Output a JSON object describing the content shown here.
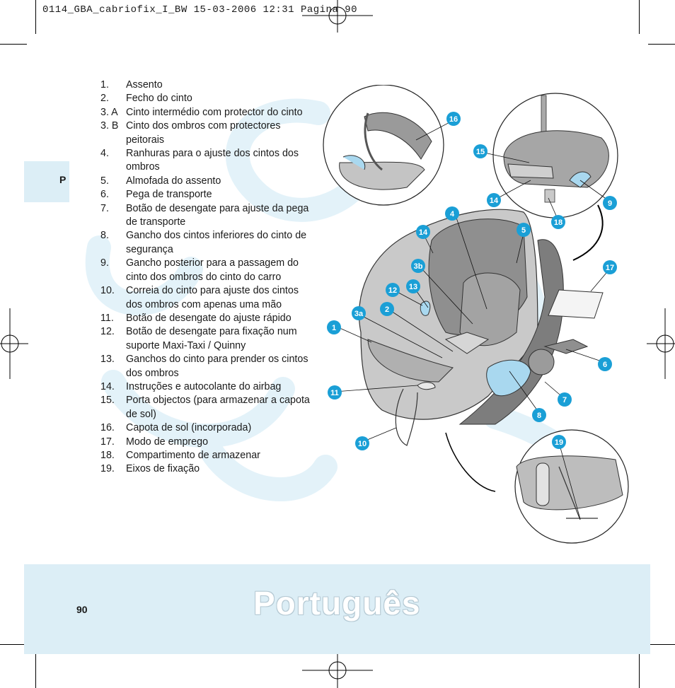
{
  "header": {
    "slug": "0114_GBA_cabriofix_I_BW  15-03-2006  12:31  Pagina 90"
  },
  "side_tab": {
    "label": "P"
  },
  "parts_list": [
    {
      "num": "1.",
      "text": "Assento"
    },
    {
      "num": "2.",
      "text": "Fecho do cinto"
    },
    {
      "num": "3. A",
      "text": "Cinto intermédio com protector do cinto"
    },
    {
      "num": "3. B",
      "text": "Cinto dos ombros com protectores peitorais"
    },
    {
      "num": "4.",
      "text": "Ranhuras para o ajuste dos cintos dos ombros"
    },
    {
      "num": "5.",
      "text": "Almofada do assento"
    },
    {
      "num": "6.",
      "text": "Pega de transporte"
    },
    {
      "num": "7.",
      "text": "Botão de desengate para ajuste da pega de transporte"
    },
    {
      "num": "8.",
      "text": "Gancho dos cintos inferiores do cinto de segurança"
    },
    {
      "num": "9.",
      "text": "Gancho posterior para a passagem do cinto dos ombros do cinto do carro"
    },
    {
      "num": "10.",
      "text": "Correia do cinto para ajuste dos cintos dos ombros com apenas uma mão"
    },
    {
      "num": "11.",
      "text": "Botão de desengate do ajuste rápido"
    },
    {
      "num": "12.",
      "text": "Botão de desengate para fixação num suporte Maxi-Taxi / Quinny"
    },
    {
      "num": "13.",
      "text": "Ganchos do cinto para prender os cintos dos ombros"
    },
    {
      "num": "14.",
      "text": "Instruções e autocolante do airbag"
    },
    {
      "num": "15.",
      "text": "Porta objectos (para armazenar a capota de sol)"
    },
    {
      "num": "16.",
      "text": "Capota de sol (incorporada)"
    },
    {
      "num": "17.",
      "text": "Modo de emprego"
    },
    {
      "num": "18.",
      "text": "Compartimento de armazenar"
    },
    {
      "num": "19.",
      "text": "Eixos de fixação"
    }
  ],
  "callouts": [
    "1",
    "2",
    "3a",
    "3b",
    "4",
    "5",
    "6",
    "7",
    "8",
    "9",
    "10",
    "11",
    "12",
    "13",
    "14",
    "14",
    "15",
    "16",
    "17",
    "18",
    "19"
  ],
  "footer": {
    "page_number": "90",
    "language_title": "Português"
  },
  "colors": {
    "accent_light_blue": "#dceef6",
    "badge_blue": "#1a9fd6",
    "seat_gray": "#b9b9b9",
    "highlight_blue": "#a9d8ef"
  }
}
